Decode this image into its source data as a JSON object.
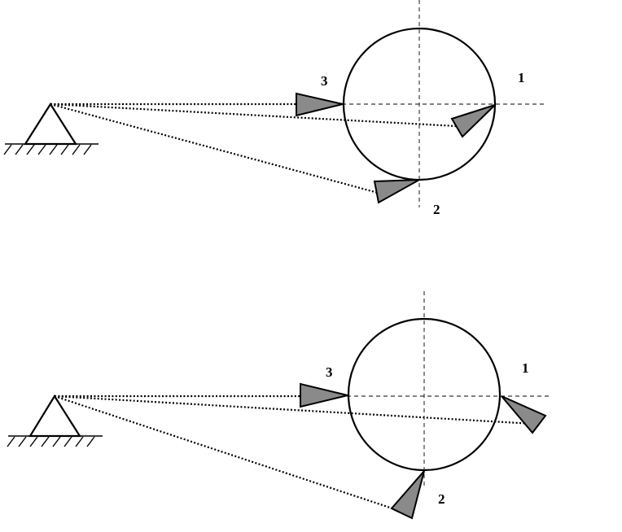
{
  "colors": {
    "line": "#000000",
    "wedge_fill": "#8a8a8a",
    "background": "#ffffff"
  },
  "diagrams": [
    {
      "id": "top",
      "labels": {
        "p1": "1",
        "p2": "2",
        "p3": "3"
      }
    },
    {
      "id": "bottom",
      "labels": {
        "p1": "1",
        "p2": "2",
        "p3": "3"
      }
    }
  ]
}
